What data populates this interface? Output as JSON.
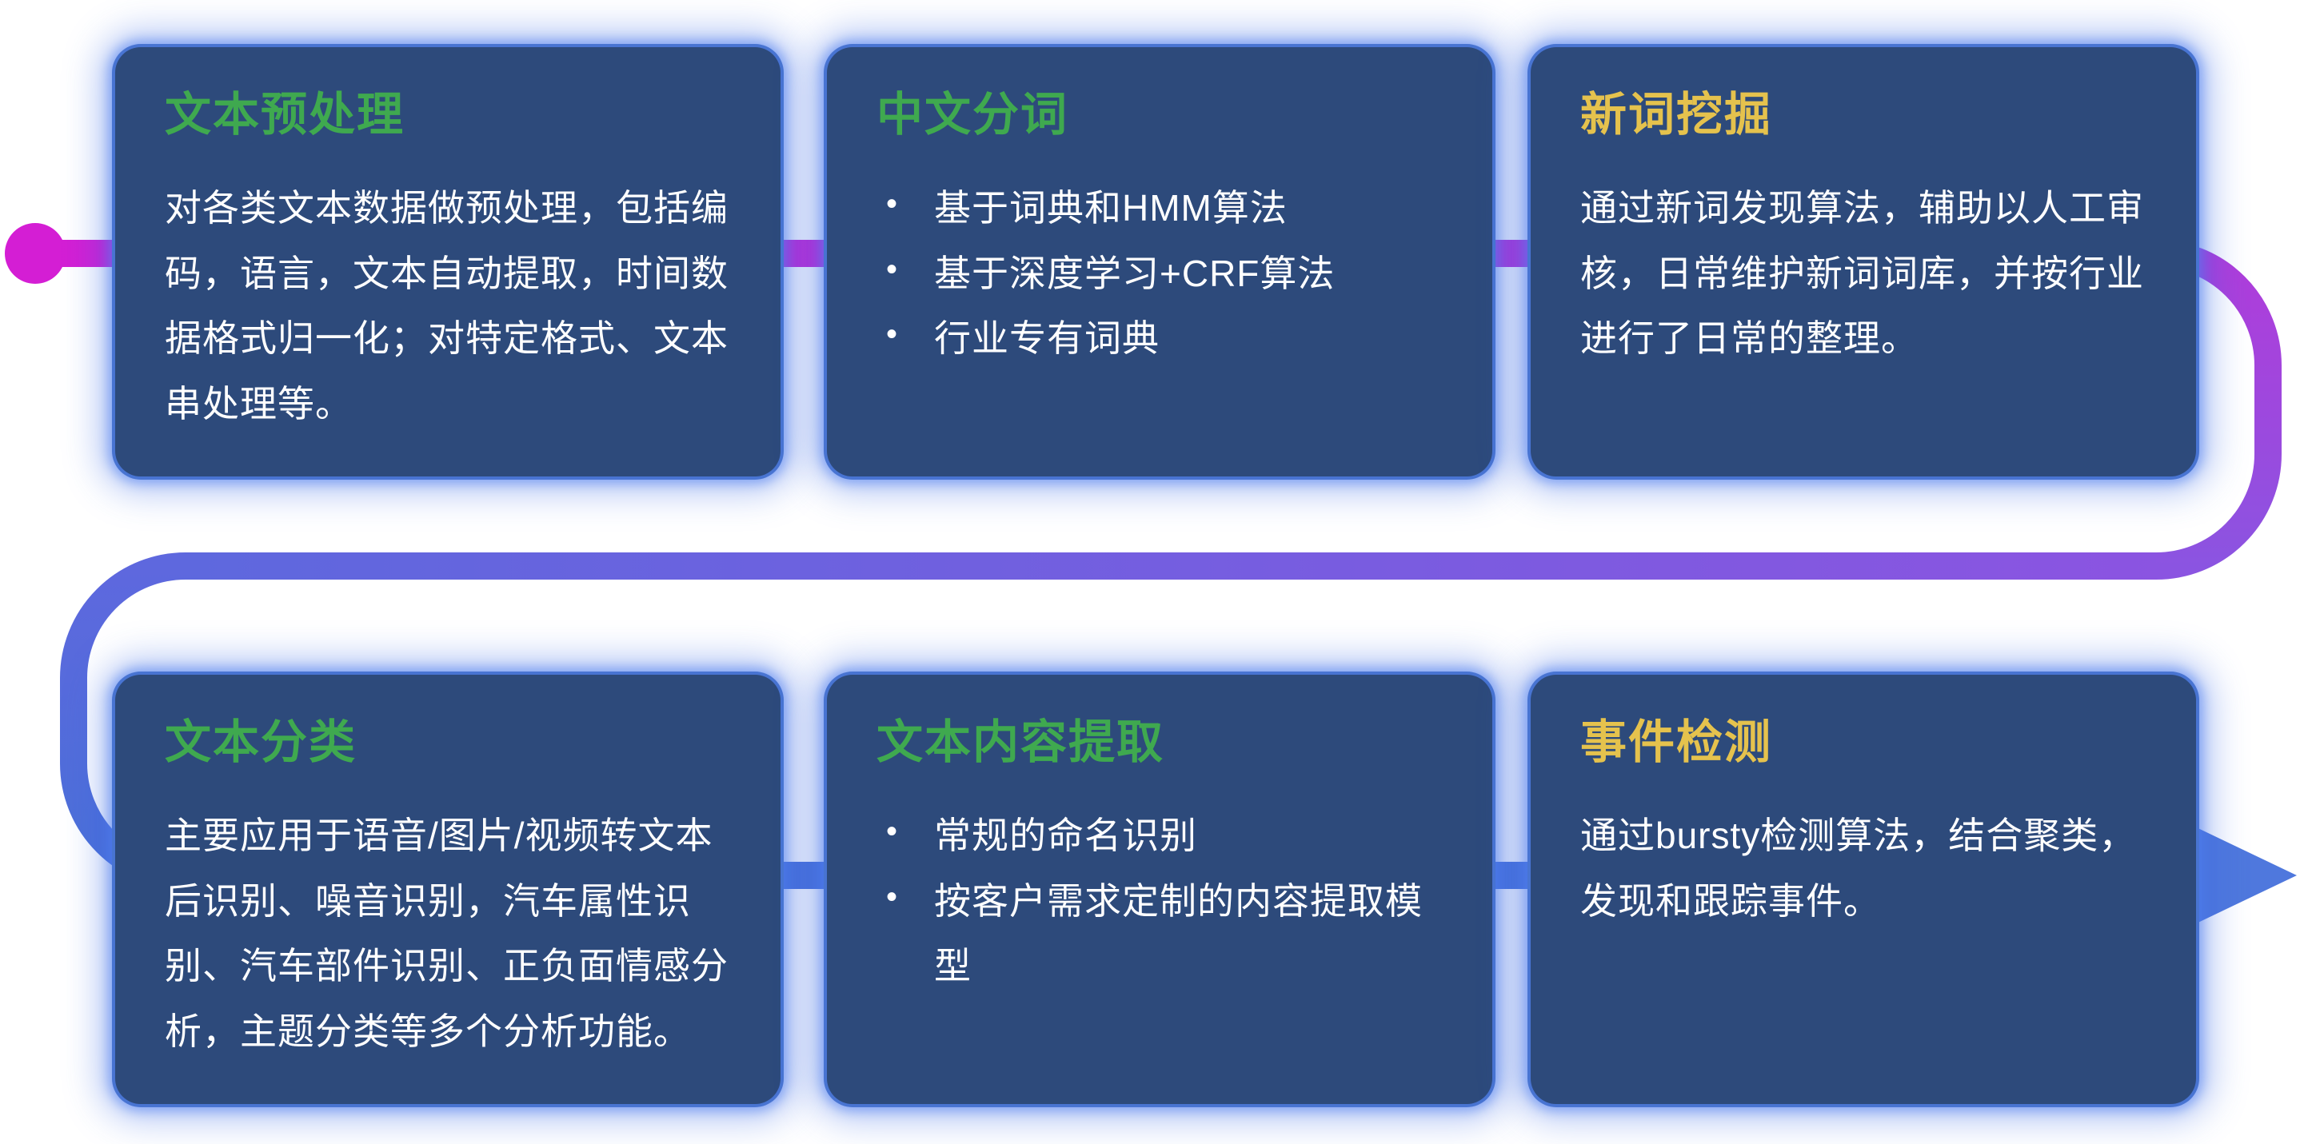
{
  "page": {
    "background": "#ffffff",
    "description": "NLP text-processing pipeline infographic with six capability cards connected by an S-shaped gradient flow line"
  },
  "colors": {
    "card_background": "#2d4a7b",
    "card_border": "#4a76d7",
    "card_glow": "#3a6ae4",
    "title_green": "#3fa94f",
    "title_yellow": "#e5c24d",
    "body_text": "#ffffff",
    "flow_start_magenta": "#d41ed4",
    "flow_mid_purple": "#8b54e1",
    "flow_end_blue": "#4a70d8"
  },
  "flow": {
    "start_marker": "magenta-dot",
    "end_marker": "right-arrow",
    "shape": "s-curve left-to-right, right-to-left, left-to-right"
  },
  "cards": [
    {
      "id": "text-preprocessing",
      "title": "文本预处理",
      "title_color": "#3fa94f",
      "body": "对各类文本数据做预处理，包括编码，语言，文本自动提取，时间数据格式归一化；对特定格式、文本串处理等。"
    },
    {
      "id": "chinese-word-segmentation",
      "title": "中文分词",
      "title_color": "#3fa94f",
      "bullets": [
        "基于词典和HMM算法",
        "基于深度学习+CRF算法",
        "行业专有词典"
      ]
    },
    {
      "id": "new-word-mining",
      "title": "新词挖掘",
      "title_color": "#e5c24d",
      "body": "通过新词发现算法，辅助以人工审核，日常维护新词词库，并按行业进行了日常的整理。"
    },
    {
      "id": "text-classification",
      "title": "文本分类",
      "title_color": "#3fa94f",
      "body": "主要应用于语音/图片/视频转文本后识别、噪音识别，汽车属性识别、汽车部件识别、正负面情感分析，主题分类等多个分析功能。"
    },
    {
      "id": "text-content-extraction",
      "title": "文本内容提取",
      "title_color": "#3fa94f",
      "bullets": [
        "常规的命名识别",
        "按客户需求定制的内容提取模型"
      ]
    },
    {
      "id": "event-detection",
      "title": "事件检测",
      "title_color": "#e5c24d",
      "body": "通过bursty检测算法，结合聚类，发现和跟踪事件。"
    }
  ]
}
